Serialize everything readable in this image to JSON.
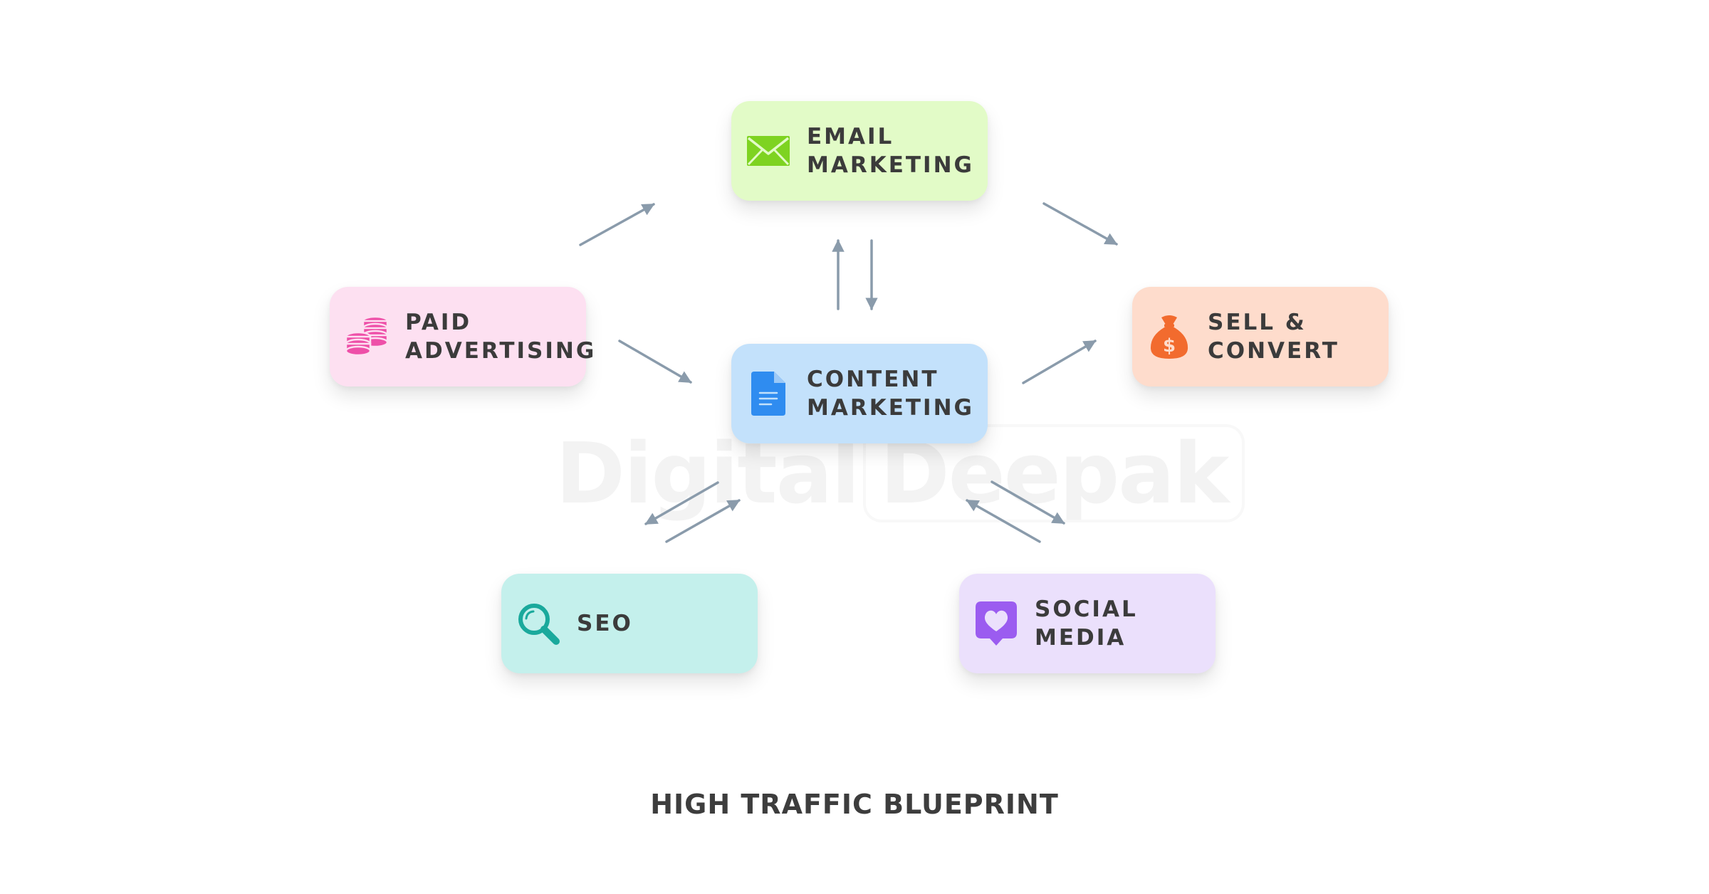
{
  "caption": "HIGH TRAFFIC BLUEPRINT",
  "watermark": {
    "part1": "Digital",
    "part2": "Deepak"
  },
  "colors": {
    "arrow": "#8a9bab",
    "text": "#3b3b3b"
  },
  "nodes": {
    "email": {
      "label": "EMAIL\nMARKETING",
      "icon": "envelope-icon",
      "bg": "#e2fbc7",
      "accent": "#7ed321"
    },
    "paid": {
      "label": "PAID\nADVERTISING",
      "icon": "coins-icon",
      "bg": "#fde0f1",
      "accent": "#ee4fa8"
    },
    "content": {
      "label": "CONTENT\nMARKETING",
      "icon": "document-icon",
      "bg": "#c3e1fb",
      "accent": "#2f8cf0"
    },
    "sell": {
      "label": "SELL &\nCONVERT",
      "icon": "money-bag-icon",
      "bg": "#fedccc",
      "accent": "#f26b2e"
    },
    "seo": {
      "label": "SEO",
      "icon": "magnifier-icon",
      "bg": "#c4f0ec",
      "accent": "#1aa99c"
    },
    "social": {
      "label": "SOCIAL\nMEDIA",
      "icon": "heart-bubble-icon",
      "bg": "#ebe0fc",
      "accent": "#9b5cf0"
    }
  }
}
